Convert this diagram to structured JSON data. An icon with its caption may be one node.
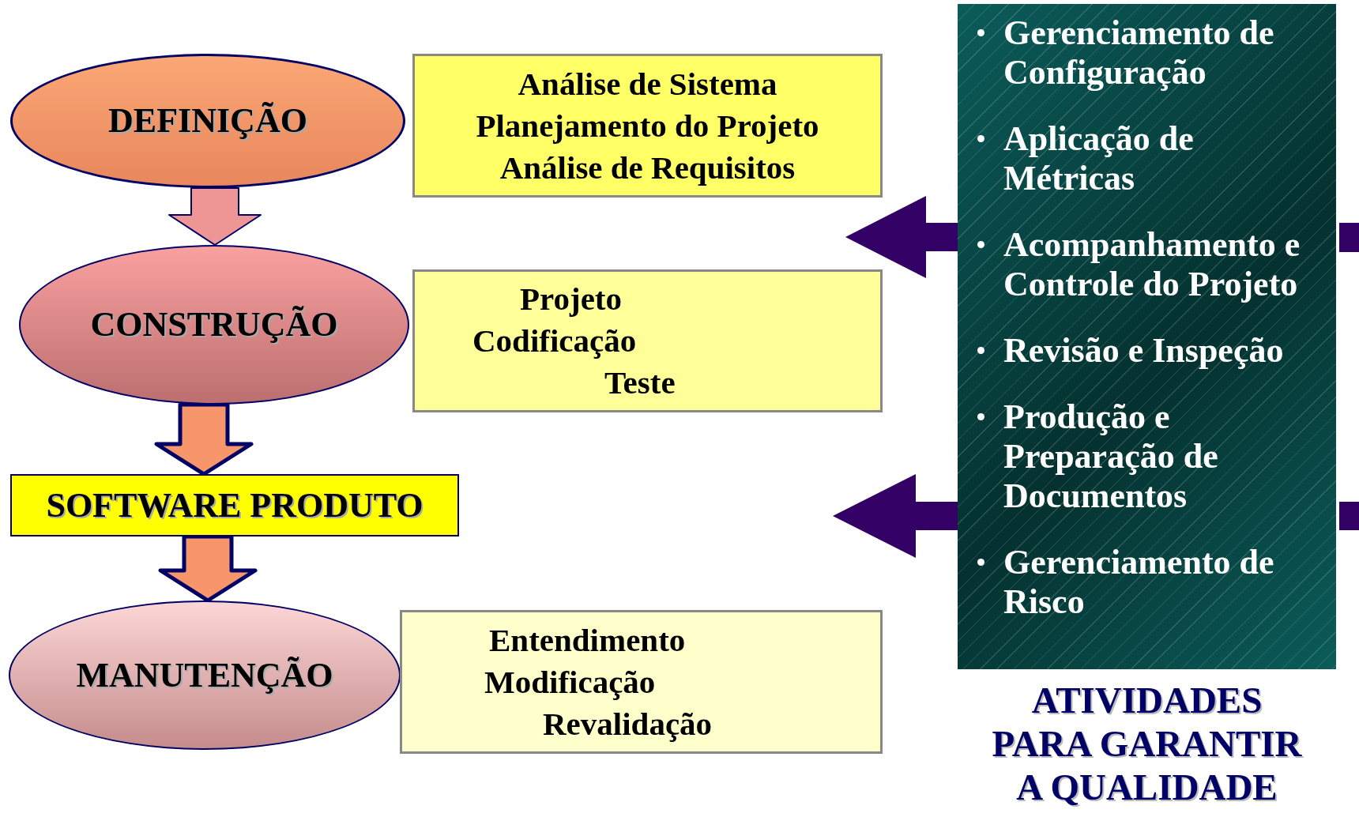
{
  "diagram": {
    "nodes": [
      {
        "text": [
          "DEFINIÇÃO"
        ]
      },
      {
        "text": [
          "Análise de Sistema",
          "Planejamento do Projeto",
          "Análise de Requisitos"
        ]
      },
      {
        "text": [
          "CONSTRUÇÃO"
        ]
      },
      {
        "text": [
          "Projeto",
          "Codificação",
          "Teste"
        ]
      },
      {
        "text": [
          "SOFTWARE PRODUTO"
        ]
      },
      {
        "text": [
          "MANUTENÇÃO"
        ]
      },
      {
        "text": [
          "Entendimento",
          "Modificação",
          "Revalidação"
        ]
      },
      {
        "text": [
          "Gerenciamento de Configuração",
          "Aplicação de Métricas",
          "Acompanhamento e Controle do Projeto",
          "Revisão e Inspeção",
          "Produção e Preparação de Documentos",
          "Gerenciamento de Risco"
        ],
        "beside": [
          "ATIVIDADES PARA GARANTIR A QUALIDADE"
        ]
      }
    ],
    "edges": [
      {
        "from": 0,
        "to": 2,
        "arrow": "to",
        "style": "thick",
        "color": "#ee9696"
      },
      {
        "from": 2,
        "to": 4,
        "arrow": "to",
        "style": "thick"
      },
      {
        "from": 4,
        "to": 5,
        "arrow": "to",
        "style": "thick"
      },
      {
        "from": 7,
        "to": null,
        "arrow": "to",
        "style": "thick",
        "color": "#330066"
      },
      {
        "from": 7,
        "to": null,
        "arrow": "to",
        "style": "thick",
        "color": "#330066"
      }
    ]
  }
}
